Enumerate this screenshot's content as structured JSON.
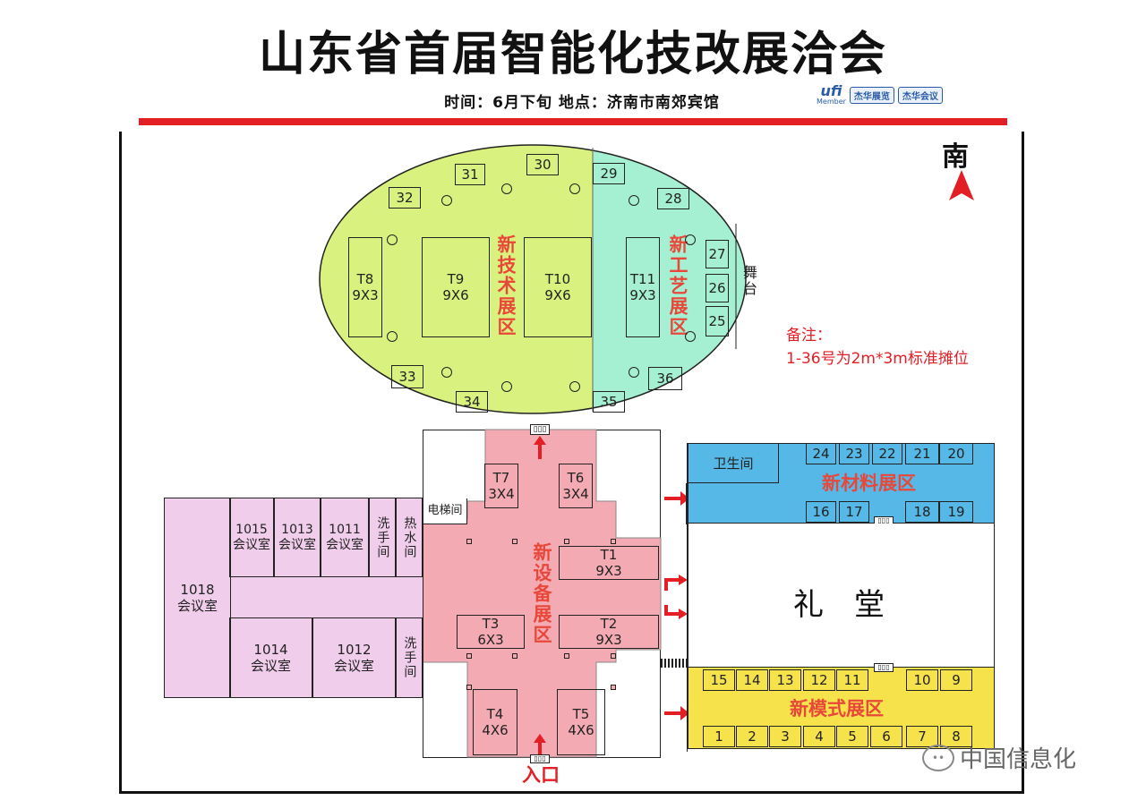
{
  "header": {
    "title": "山东省首届智能化技改展洽会",
    "subtitle": "时间：6月下旬 地点：济南市南郊宾馆",
    "logo_ufi": "ufi",
    "logo_ufi_sub": "Member",
    "logo_a": "杰华展览",
    "logo_b": "杰华会议"
  },
  "compass": {
    "label": "南"
  },
  "note": {
    "line1": "备注：",
    "line2": "1-36号为2m*3m标准摊位"
  },
  "zones": {
    "tech": "新技术展区",
    "craft": "新工艺展区",
    "equipment": "新设备展区",
    "materials": "新材料展区",
    "model": "新模式展区"
  },
  "stage": "舞台",
  "hall": "礼　堂",
  "entrance": "入口",
  "elevator": "电梯间",
  "restroom_right": "卫生间",
  "booths": {
    "b1": "1",
    "b2": "2",
    "b3": "3",
    "b4": "4",
    "b5": "5",
    "b6": "6",
    "b7": "7",
    "b8": "8",
    "b9": "9",
    "b10": "10",
    "b11": "11",
    "b12": "12",
    "b13": "13",
    "b14": "14",
    "b15": "15",
    "b16": "16",
    "b17": "17",
    "b18": "18",
    "b19": "19",
    "b20": "20",
    "b21": "21",
    "b22": "22",
    "b23": "23",
    "b24": "24",
    "b25": "25",
    "b26": "26",
    "b27": "27",
    "b28": "28",
    "b29": "29",
    "b30": "30",
    "b31": "31",
    "b32": "32",
    "b33": "33",
    "b34": "34",
    "b35": "35",
    "b36": "36"
  },
  "tables": {
    "T1": {
      "id": "T1",
      "size": "9X3"
    },
    "T2": {
      "id": "T2",
      "size": "9X3"
    },
    "T3": {
      "id": "T3",
      "size": "6X3"
    },
    "T4": {
      "id": "T4",
      "size": "4X6"
    },
    "T5": {
      "id": "T5",
      "size": "4X6"
    },
    "T6": {
      "id": "T6",
      "size": "3X4"
    },
    "T7": {
      "id": "T7",
      "size": "3X4"
    },
    "T8": {
      "id": "T8",
      "size": "9X3"
    },
    "T9": {
      "id": "T9",
      "size": "9X6"
    },
    "T10": {
      "id": "T10",
      "size": "9X6"
    },
    "T11": {
      "id": "T11",
      "size": "9X3"
    }
  },
  "rooms": {
    "r1015": {
      "num": "1015",
      "name": "会议室"
    },
    "r1013": {
      "num": "1013",
      "name": "会议室"
    },
    "r1011": {
      "num": "1011",
      "name": "会议室"
    },
    "r1018": {
      "num": "1018",
      "name": "会议室"
    },
    "r1014": {
      "num": "1014",
      "name": "会议室"
    },
    "r1012": {
      "num": "1012",
      "name": "会议室"
    },
    "wash1": "洗手间",
    "hotwater": "热水间",
    "wash2": "洗手间"
  },
  "watermark": "中国信息化",
  "colors": {
    "ellipse_green": "#d9f17f",
    "ellipse_teal": "#a5f0d2",
    "pink_hall": "#f3aab3",
    "violet_rooms": "#f1cdec",
    "blue_zone": "#56b8e6",
    "yellow_zone": "#f6e24a",
    "accent_red": "#e31e24"
  }
}
